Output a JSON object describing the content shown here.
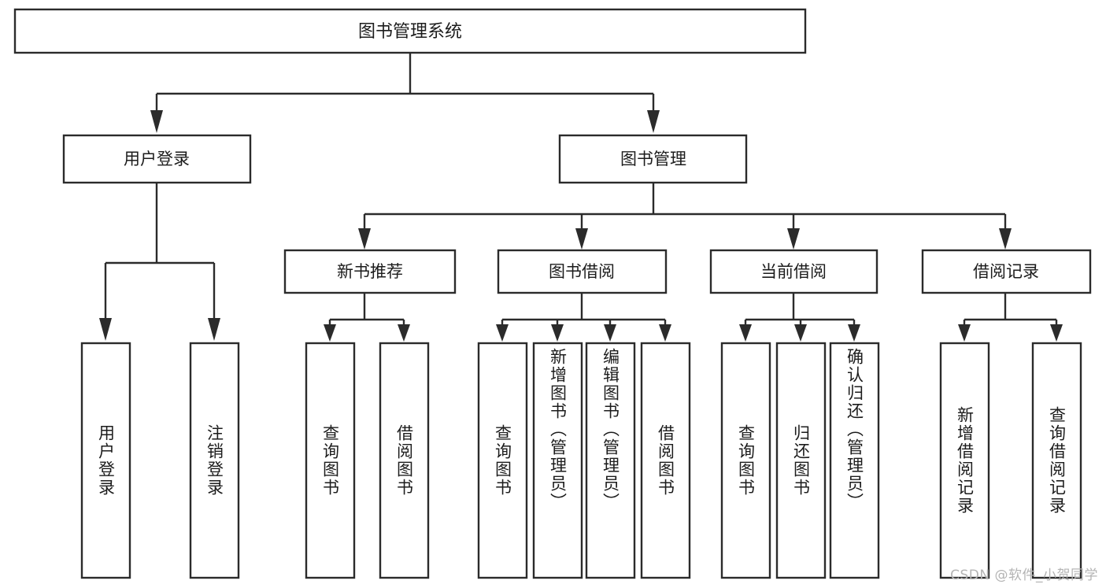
{
  "diagram": {
    "title": "图书管理系统",
    "type": "tree",
    "watermark": "CSDN @软件_小贺同学",
    "colors": {
      "box_stroke": "#2b2b2b",
      "box_fill": "#ffffff",
      "text": "#1c1c1c",
      "connector": "#2b2b2b",
      "watermark": "#b4b4b4",
      "background": "#ffffff"
    },
    "root": {
      "label": "图书管理系统"
    },
    "level2": [
      {
        "label": "用户登录"
      },
      {
        "label": "图书管理"
      }
    ],
    "level3": [
      {
        "label": "新书推荐"
      },
      {
        "label": "图书借阅"
      },
      {
        "label": "当前借阅"
      },
      {
        "label": "借阅记录"
      }
    ],
    "leaves": {
      "user_login": [
        {
          "label": "用户登录"
        },
        {
          "label": "注销登录"
        }
      ],
      "new_book_recommend": [
        {
          "label": "查询图书"
        },
        {
          "label": "借阅图书"
        }
      ],
      "book_borrow": [
        {
          "label": "查询图书"
        },
        {
          "label": "新增图书（管理员）"
        },
        {
          "label": "编辑图书（管理员）"
        },
        {
          "label": "借阅图书"
        }
      ],
      "current_borrow": [
        {
          "label": "查询图书"
        },
        {
          "label": "归还图书"
        },
        {
          "label": "确认归还（管理员）"
        }
      ],
      "borrow_record": [
        {
          "label": "新增借阅记录"
        },
        {
          "label": "查询借阅记录"
        }
      ]
    }
  }
}
